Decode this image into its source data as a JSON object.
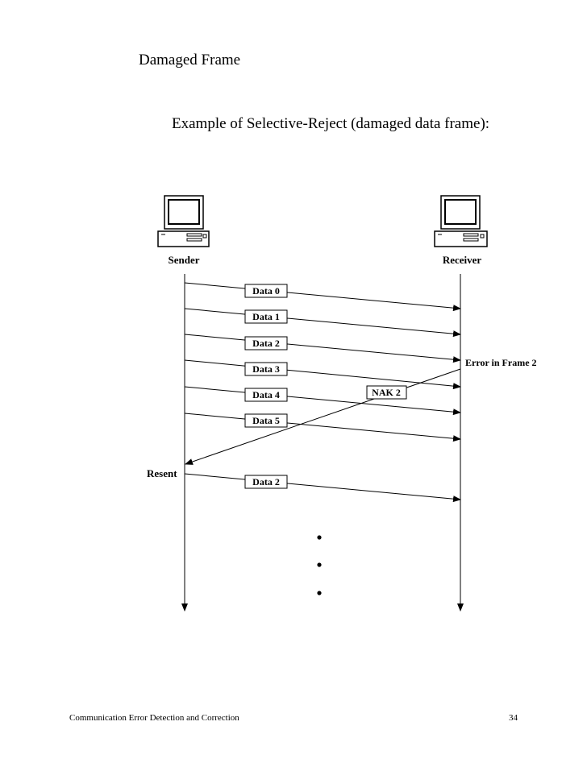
{
  "heading": "Damaged Frame",
  "caption": "Example of Selective-Reject (damaged data frame):",
  "diagram": {
    "sender_label": "Sender",
    "receiver_label": "Receiver",
    "sender_icon": "computer-icon",
    "receiver_icon": "computer-icon",
    "frames": [
      {
        "label": "Data 0"
      },
      {
        "label": "Data 1"
      },
      {
        "label": "Data 2"
      },
      {
        "label": "Data 3"
      },
      {
        "label": "Data 4"
      },
      {
        "label": "Data 5"
      }
    ],
    "error_label": "Error in Frame 2",
    "nak_label": "NAK 2",
    "resent_label": "Resent",
    "resent_frame": "Data 2",
    "continuation": "• • •"
  },
  "footer": {
    "title": "Communication Error Detection and Correction",
    "page_number": "34"
  }
}
